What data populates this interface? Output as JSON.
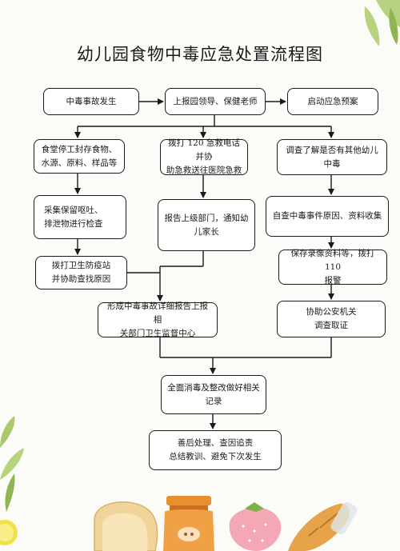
{
  "title": "幼儿园食物中毒应急处置流程图",
  "nodes": {
    "n1": "中毒事故发生",
    "n2": "上报园领导、保健老师",
    "n3": "启动应急预案",
    "n4": "食堂停工封存食物、\n水源、原料、样品等",
    "n5": "拨打 120 急救电话并协\n助急救送往医院急救",
    "n6": "调查了解是否有其他幼儿\n中毒",
    "n7": "采集保留呕吐、\n排泄物进行检查",
    "n8": "报告上级部门，通知幼\n儿家长",
    "n9": "自查中毒事件原因、资料收集",
    "n10": "拨打卫生防疫站\n并协助查找原因",
    "n11": "保存录像资料等，拨打 110\n报警",
    "n12": "形成中毒事故详细报告上报相\n关部门卫生监督中心",
    "n13": "协助公安机关\n调查取证",
    "n14": "全面消毒及整改做好相关\n记录",
    "n15": "善后处理、查因追责\n总结教训、避免下次发生"
  },
  "colors": {
    "line": "#1a1a1a",
    "leaf_green": "#a9c96a",
    "bread": "#f0d49a",
    "jar": "#e8933a",
    "strawberry": "#f4a7b4"
  }
}
